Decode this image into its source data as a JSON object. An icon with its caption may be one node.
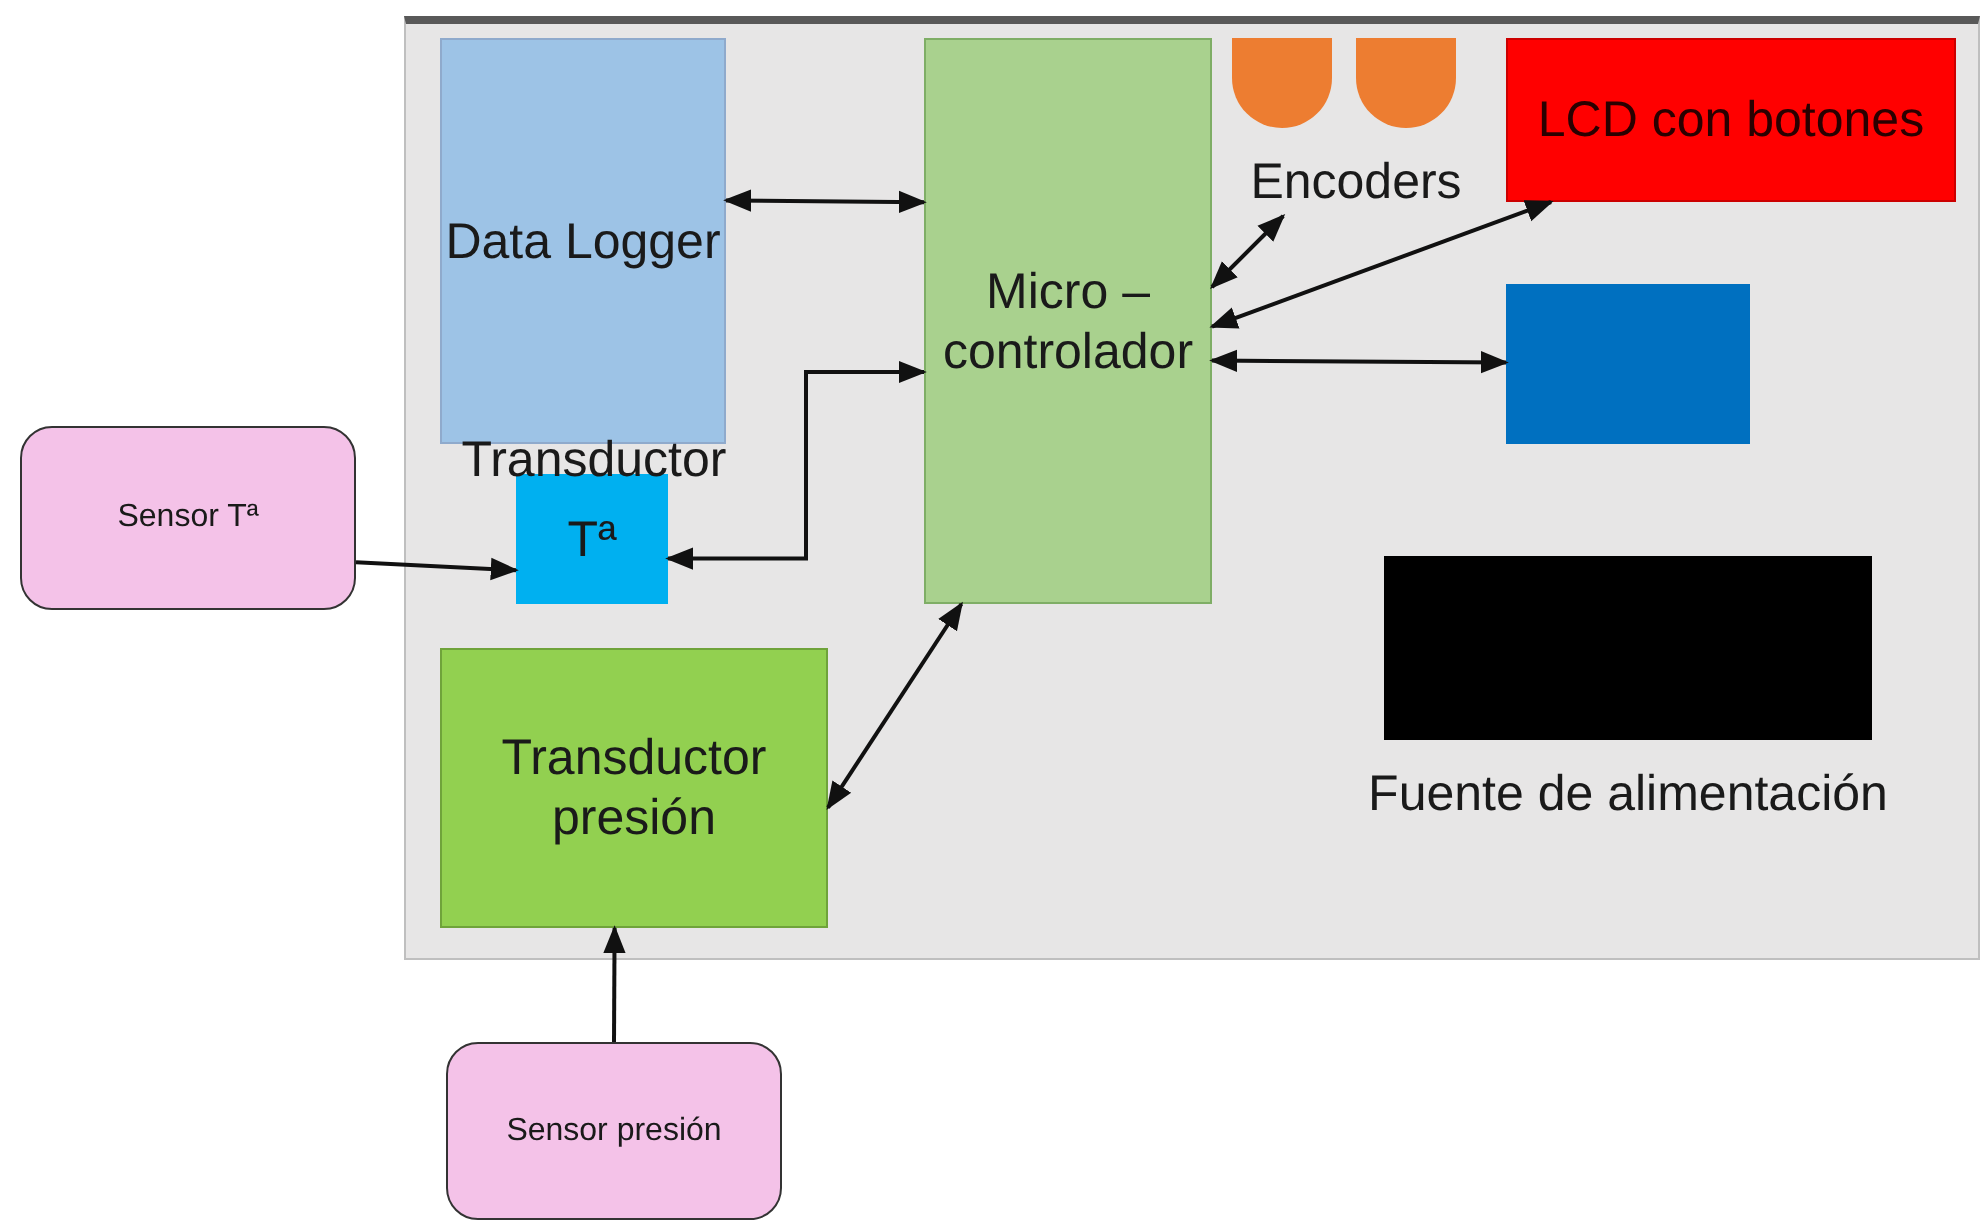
{
  "diagram": {
    "nodes": [
      {
        "text": [],
        "shape": "box"
      },
      {
        "text": [
          "Data Logger"
        ],
        "in": 0
      },
      {
        "text": [
          "Micro – controlador"
        ],
        "in": 0
      },
      {
        "text": [],
        "shape": "circle",
        "in": 0
      },
      {
        "text": [],
        "shape": "circle",
        "in": 0
      },
      {
        "text": [
          "Encoders"
        ],
        "in": 0
      },
      {
        "text": [
          "LCD con botones"
        ],
        "in": 0
      },
      {
        "text": [],
        "shape": "box",
        "in": 0
      },
      {
        "text": [
          "Transductor",
          "Tª"
        ],
        "in": 0
      },
      {
        "text": [
          "Transductor presión"
        ],
        "in": 0
      },
      {
        "text": [],
        "shape": "box",
        "in": 0,
        "beside": [
          "Fuente de alimentación"
        ]
      },
      {
        "text": [
          "Sensor Tª"
        ]
      },
      {
        "text": [
          "Sensor presión"
        ]
      }
    ],
    "edges": [
      {
        "from": 1,
        "to": 2,
        "arrow": "both"
      },
      {
        "from": 2,
        "to": 5,
        "arrow": "both"
      },
      {
        "from": 2,
        "to": 6,
        "arrow": "both"
      },
      {
        "from": 2,
        "to": 7,
        "arrow": "both"
      },
      {
        "from": 8,
        "to": 2,
        "arrow": "both"
      },
      {
        "from": 9,
        "to": 2,
        "arrow": "both"
      },
      {
        "from": 11,
        "to": 8,
        "arrow": "to"
      },
      {
        "from": 12,
        "to": 9,
        "arrow": "to"
      }
    ]
  }
}
